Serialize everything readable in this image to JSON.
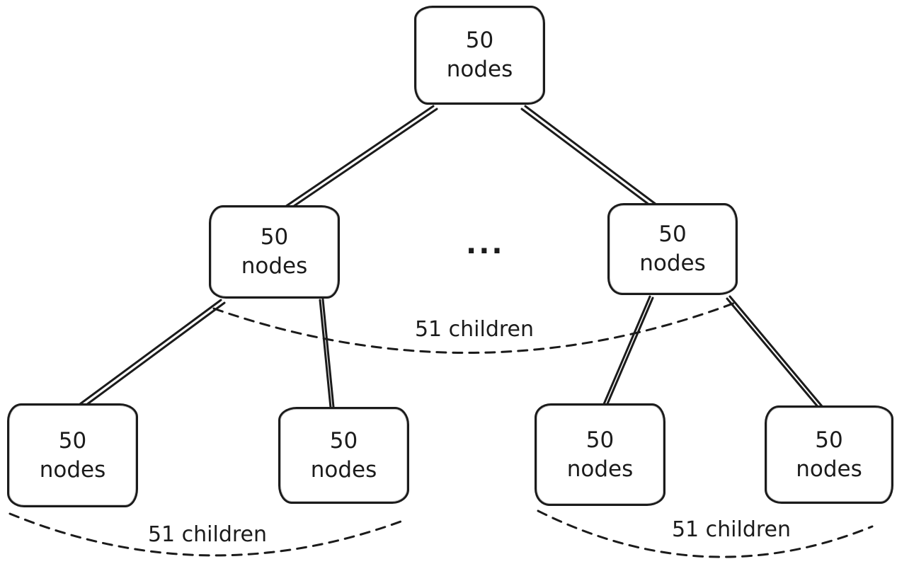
{
  "nodes": {
    "root": {
      "line1": "50",
      "line2": "nodes"
    },
    "mid_left": {
      "line1": "50",
      "line2": "nodes"
    },
    "mid_right": {
      "line1": "50",
      "line2": "nodes"
    },
    "leaf_1": {
      "line1": "50",
      "line2": "nodes"
    },
    "leaf_2": {
      "line1": "50",
      "line2": "nodes"
    },
    "leaf_3": {
      "line1": "50",
      "line2": "nodes"
    },
    "leaf_4": {
      "line1": "50",
      "line2": "nodes"
    }
  },
  "ellipsis": "...",
  "annotations": {
    "mid_span": "51 children",
    "bottom_left_span": "51 children",
    "bottom_right_span": "51 children"
  },
  "colors": {
    "stroke": "#1b1b1b",
    "background": "#ffffff"
  }
}
